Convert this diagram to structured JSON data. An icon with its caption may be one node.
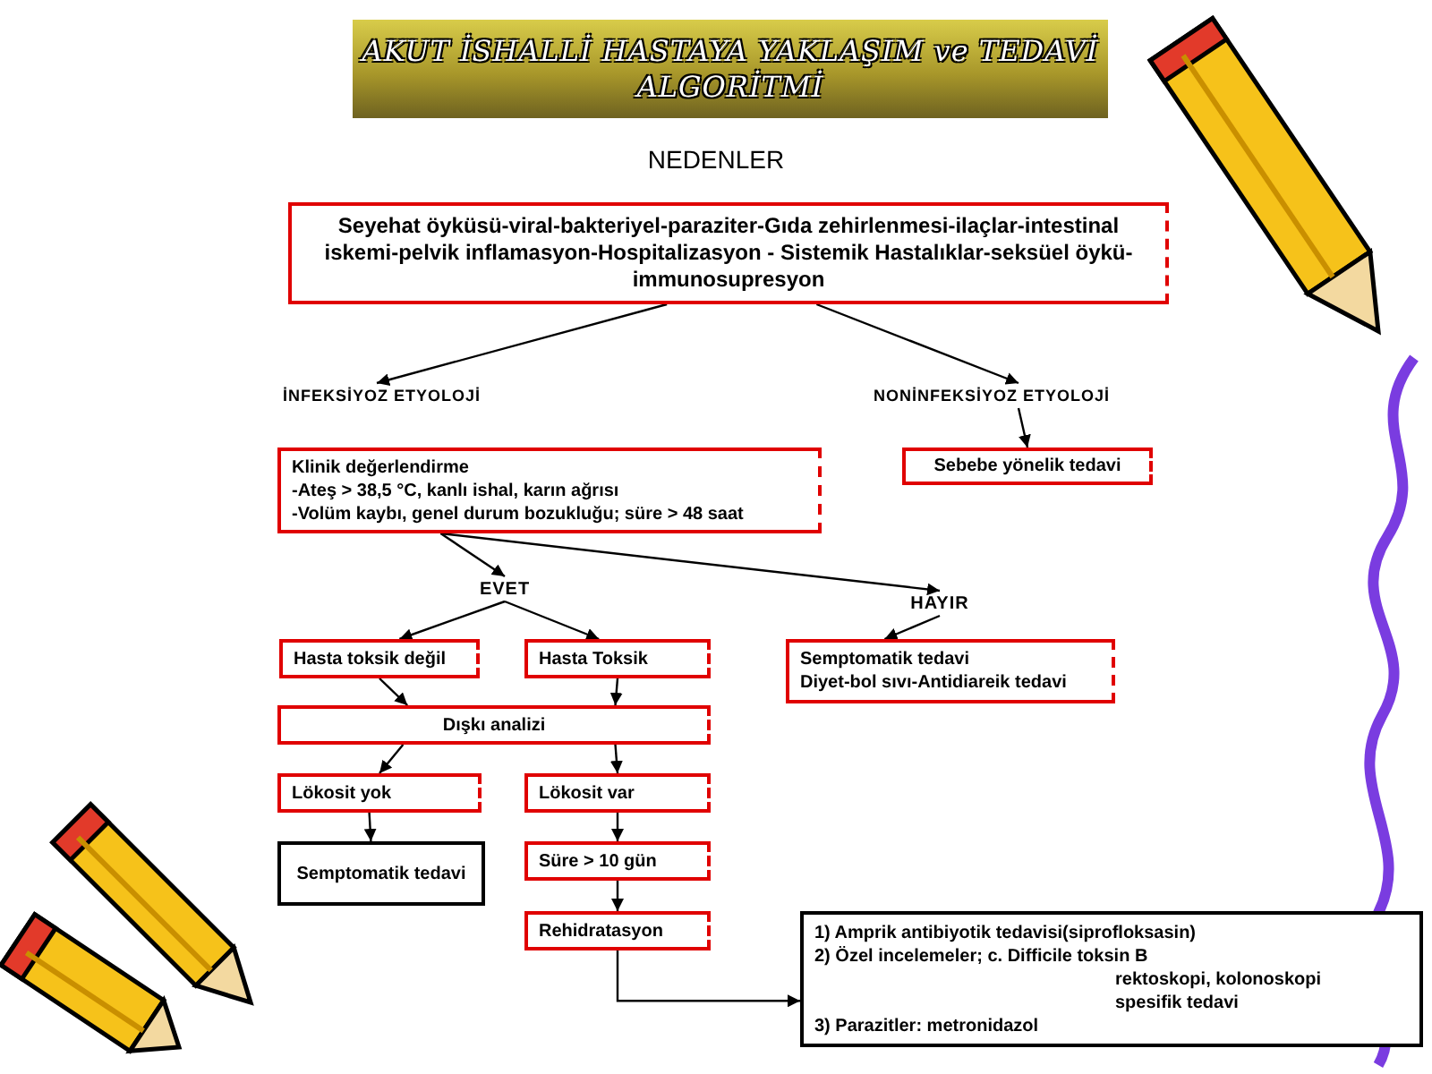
{
  "diagram": {
    "title": "AKUT İSHALLİ HASTAYA YAKLAŞIM ve TEDAVİ ALGORİTMİ",
    "nodes": [
      {
        "text": [
          "Seyehat öyküsü-viral-bakteriyel-paraziter-Gıda zehirlenmesi-ilaçlar-intestinal iskemi-pelvik inflamasyon-Hospitalizasyon - Sistemik Hastalıklar-seksüel öykü-immunosupresyon"
        ]
      },
      {
        "text": [
          "İNFEKSİYOZ ETYOLOJİ"
        ]
      },
      {
        "text": [
          "NONİNFEKSİYOZ ETYOLOJİ"
        ]
      },
      {
        "text": [
          "Klinik değerlendirme",
          "-Ateş > 38,5 °C, kanlı ishal, karın ağrısı",
          "-Volüm kaybı, genel durum bozukluğu; süre > 48 saat"
        ]
      },
      {
        "text": [
          "Sebebe yönelik tedavi"
        ]
      },
      {
        "text": [
          "EVET"
        ]
      },
      {
        "text": [
          "HAYIR"
        ]
      },
      {
        "text": [
          "Hasta toksik değil"
        ]
      },
      {
        "text": [
          "Hasta Toksik"
        ]
      },
      {
        "text": [
          "Semptomatik tedavi",
          "Diyet-bol sıvı-Antidiareik tedavi"
        ]
      },
      {
        "text": [
          "Dışkı analizi"
        ]
      },
      {
        "text": [
          "Lökosit yok"
        ]
      },
      {
        "text": [
          "Lökosit var"
        ]
      },
      {
        "text": [
          "Semptomatik tedavi"
        ]
      },
      {
        "text": [
          "Süre > 10 gün"
        ]
      },
      {
        "text": [
          "Rehidratasyon"
        ]
      },
      {
        "text": [
          "1) Amprik antibiyotik tedavisi(siprofloksasin)",
          "2) Özel incelemeler; c. Difficile toksin B",
          "rektoskopi, kolonoskopi",
          "spesifik tedavi",
          "3) Parazitler: metronidazol"
        ]
      }
    ],
    "edges": [
      {
        "from": 0,
        "to": 1,
        "arrow": "to"
      },
      {
        "from": 0,
        "to": 2,
        "arrow": "to"
      },
      {
        "from": 2,
        "to": 4,
        "arrow": "to"
      },
      {
        "from": 3,
        "to": 5,
        "arrow": "to"
      },
      {
        "from": 3,
        "to": 6,
        "arrow": "to"
      },
      {
        "from": 5,
        "to": 7,
        "arrow": "to"
      },
      {
        "from": 5,
        "to": 8,
        "arrow": "to"
      },
      {
        "from": 6,
        "to": 9,
        "arrow": "to"
      },
      {
        "from": 7,
        "to": 10,
        "arrow": "to"
      },
      {
        "from": 8,
        "to": 10,
        "arrow": "to"
      },
      {
        "from": 10,
        "to": 11,
        "arrow": "to"
      },
      {
        "from": 10,
        "to": 12,
        "arrow": "to"
      },
      {
        "from": 11,
        "to": 13,
        "arrow": "to"
      },
      {
        "from": 12,
        "to": 14,
        "arrow": "to"
      },
      {
        "from": 14,
        "to": 15,
        "arrow": "to"
      },
      {
        "from": 15,
        "to": 16,
        "arrow": "to"
      }
    ],
    "labels": [
      "NEDENLER"
    ]
  }
}
